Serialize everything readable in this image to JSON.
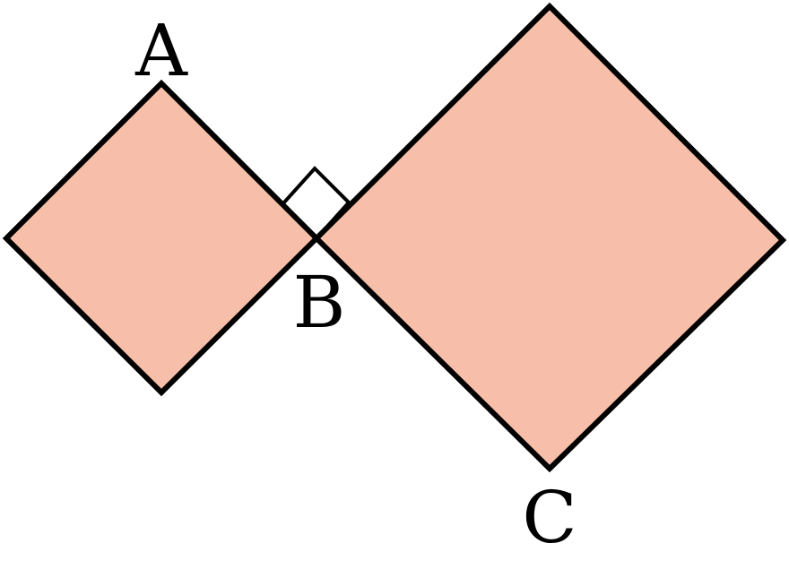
{
  "diagram": {
    "square_fill": "#f7bfa9",
    "stroke_color": "#000000",
    "labels": {
      "a": "A",
      "b": "B",
      "c": "C"
    }
  }
}
